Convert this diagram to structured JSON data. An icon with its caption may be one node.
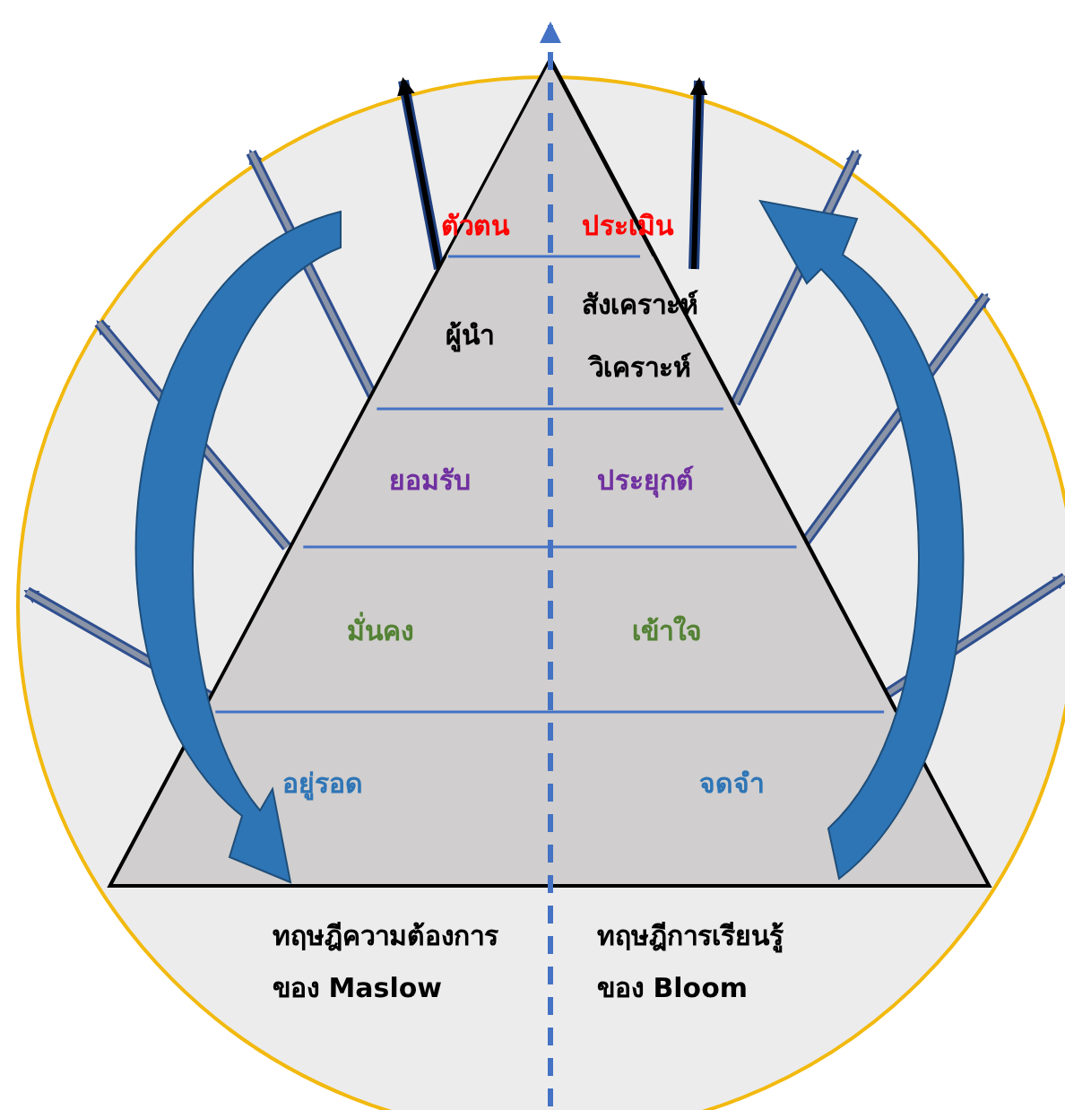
{
  "diagram": {
    "nodes": [
      {
        "text": [
          "ตัวตน",
          "ประเมิน"
        ]
      },
      {
        "text": [
          "ผู้นำ",
          "สังเคราะห์",
          "วิเคราะห์"
        ]
      },
      {
        "text": [
          "ยอมรับ",
          "ประยุกต์"
        ]
      },
      {
        "text": [
          "มั่นคง",
          "เข้าใจ"
        ]
      },
      {
        "text": [
          "อยู่รอด",
          "จดจำ"
        ]
      }
    ],
    "labels": [
      "ทฤษฎีความต้องการของ Maslow",
      "ทฤษฎีการเรียนรู้ของ Bloom"
    ]
  }
}
